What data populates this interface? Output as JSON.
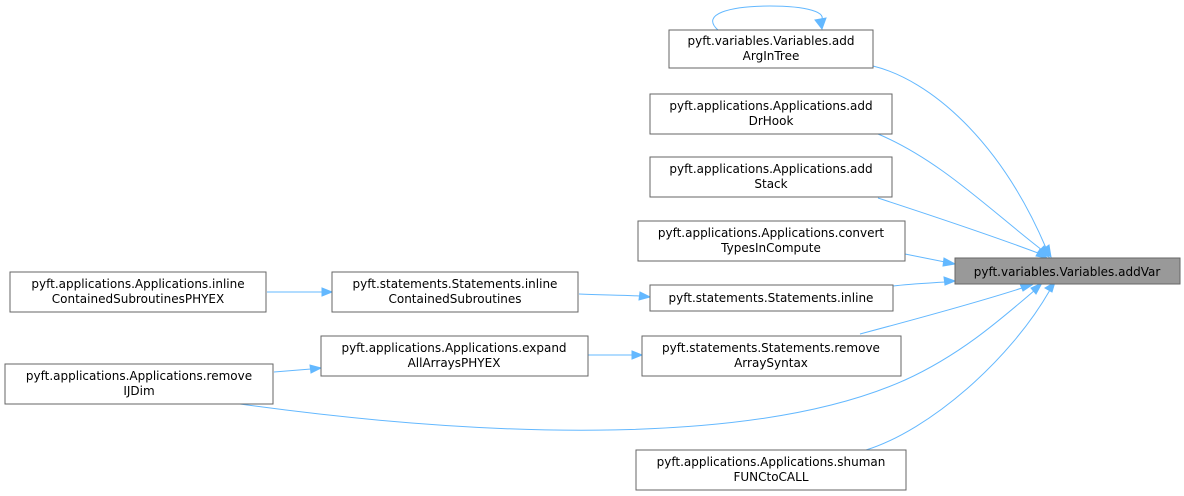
{
  "diagram": {
    "nodes": {
      "addVar": [
        "pyft.variables.Variables.addVar"
      ],
      "addArgInTree": [
        "pyft.variables.Variables.add",
        "ArgInTree"
      ],
      "addDrHook": [
        "pyft.applications.Applications.add",
        "DrHook"
      ],
      "addStack": [
        "pyft.applications.Applications.add",
        "Stack"
      ],
      "convertTypes": [
        "pyft.applications.Applications.convert",
        "TypesInCompute"
      ],
      "inline": [
        "pyft.statements.Statements.inline"
      ],
      "inlineContained": [
        "pyft.statements.Statements.inline",
        "ContainedSubroutines"
      ],
      "inlinePHYEX": [
        "pyft.applications.Applications.inline",
        "ContainedSubroutinesPHYEX"
      ],
      "removeArraySyntax": [
        "pyft.statements.Statements.remove",
        "ArraySyntax"
      ],
      "expandArrays": [
        "pyft.applications.Applications.expand",
        "AllArraysPHYEX"
      ],
      "removeIJDim": [
        "pyft.applications.Applications.remove",
        "IJDim"
      ],
      "shuman": [
        "pyft.applications.Applications.shuman",
        "FUNCtoCALL"
      ]
    },
    "colors": {
      "edge": "#63b8ff",
      "node_border": "#666666",
      "target_fill": "#999999"
    }
  }
}
